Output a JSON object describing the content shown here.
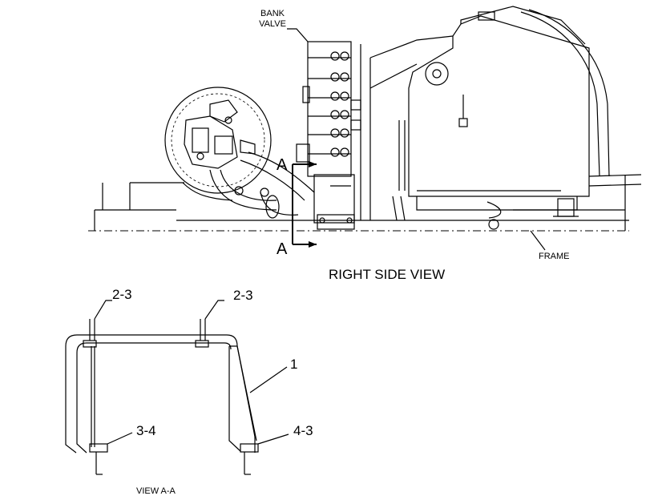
{
  "labels": {
    "bank_valve_line1": "BANK",
    "bank_valve_line2": "VALVE",
    "section_top": "A",
    "section_bottom": "A",
    "frame": "FRAME",
    "right_side_view": "RIGHT SIDE VIEW",
    "view_aa": "VIEW A-A",
    "callout_top_left": "2-3",
    "callout_top_right": "2-3",
    "callout_item1": "1",
    "callout_bottom_left": "3-4",
    "callout_bottom_right": "4-3"
  }
}
